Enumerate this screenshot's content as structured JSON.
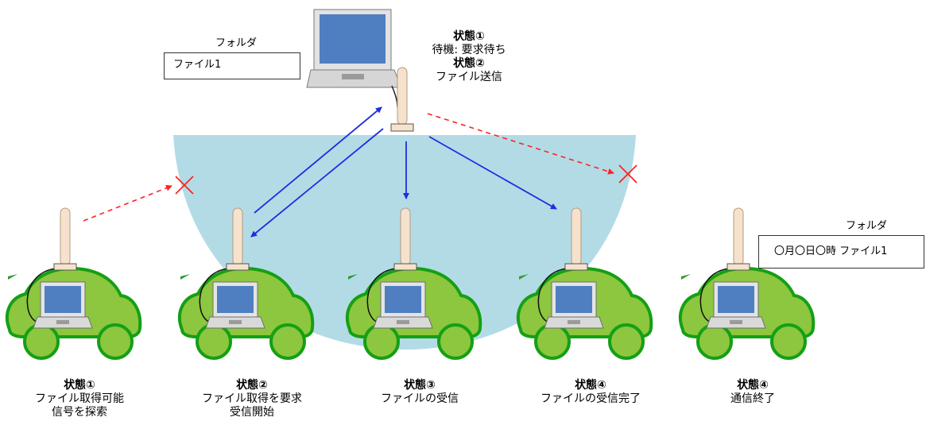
{
  "server": {
    "state_a_title": "状態①",
    "state_a_desc": "待機: 要求待ち",
    "state_b_title": "状態②",
    "state_b_desc": "ファイル送信",
    "folder_label": "フォルダ",
    "file_name": "ファイル1"
  },
  "cars": [
    {
      "state": "状態①",
      "lines": [
        "ファイル取得可能",
        "信号を探索"
      ]
    },
    {
      "state": "状態②",
      "lines": [
        "ファイル取得を要求",
        "受信開始"
      ]
    },
    {
      "state": "状態③",
      "lines": [
        "ファイルの受信"
      ]
    },
    {
      "state": "状態④",
      "lines": [
        "ファイルの受信完了"
      ]
    },
    {
      "state": "状態④",
      "lines": [
        "通信終了"
      ]
    }
  ],
  "received_folder": {
    "folder_label": "フォルダ",
    "file_name": "〇月〇日〇時 ファイル1"
  },
  "colors": {
    "coverage": "#b3dbe6",
    "car_body": "#8dc63f",
    "car_outline": "#14a014",
    "solid_arrow": "#1e2ee0",
    "dashed_arrow": "#ff2222",
    "antenna": "#f6e2cc",
    "screen": "#4f7fc0"
  }
}
